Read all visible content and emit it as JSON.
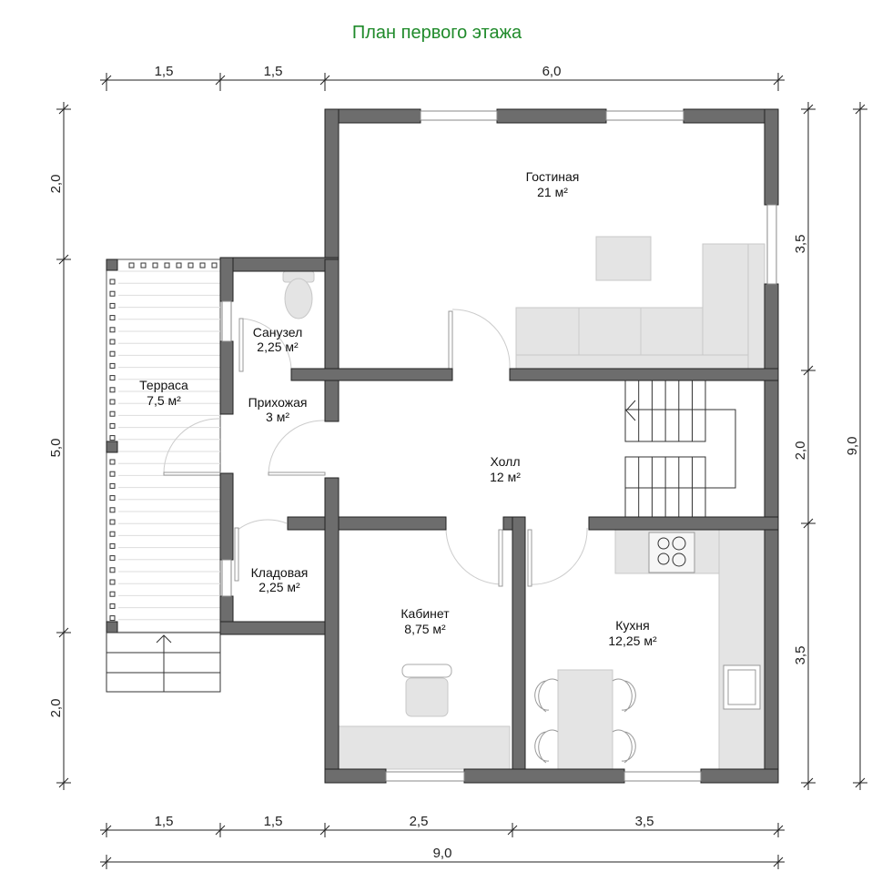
{
  "title": "План первого этажа",
  "colors": {
    "title": "#1f8a2a",
    "wall": "#6d6d6d",
    "furniture": "#e4e4e4"
  },
  "dimensions": {
    "top": [
      "1,5",
      "1,5",
      "6,0"
    ],
    "bottom": [
      "1,5",
      "1,5",
      "2,5",
      "3,5"
    ],
    "bottom_total": "9,0",
    "left": [
      "2,0",
      "5,0",
      "2,0"
    ],
    "right": [
      "3,5",
      "2,0",
      "3,5"
    ],
    "right_total": "9,0"
  },
  "rooms": [
    {
      "name": "Гостиная",
      "area": "21 м²"
    },
    {
      "name": "Санузел",
      "area": "2,25 м²"
    },
    {
      "name": "Прихожая",
      "area": "3 м²"
    },
    {
      "name": "Терраса",
      "area": "7,5 м²"
    },
    {
      "name": "Холл",
      "area": "12 м²"
    },
    {
      "name": "Кладовая",
      "area": "2,25 м²"
    },
    {
      "name": "Кабинет",
      "area": "8,75 м²"
    },
    {
      "name": "Кухня",
      "area": "12,25 м²"
    }
  ]
}
